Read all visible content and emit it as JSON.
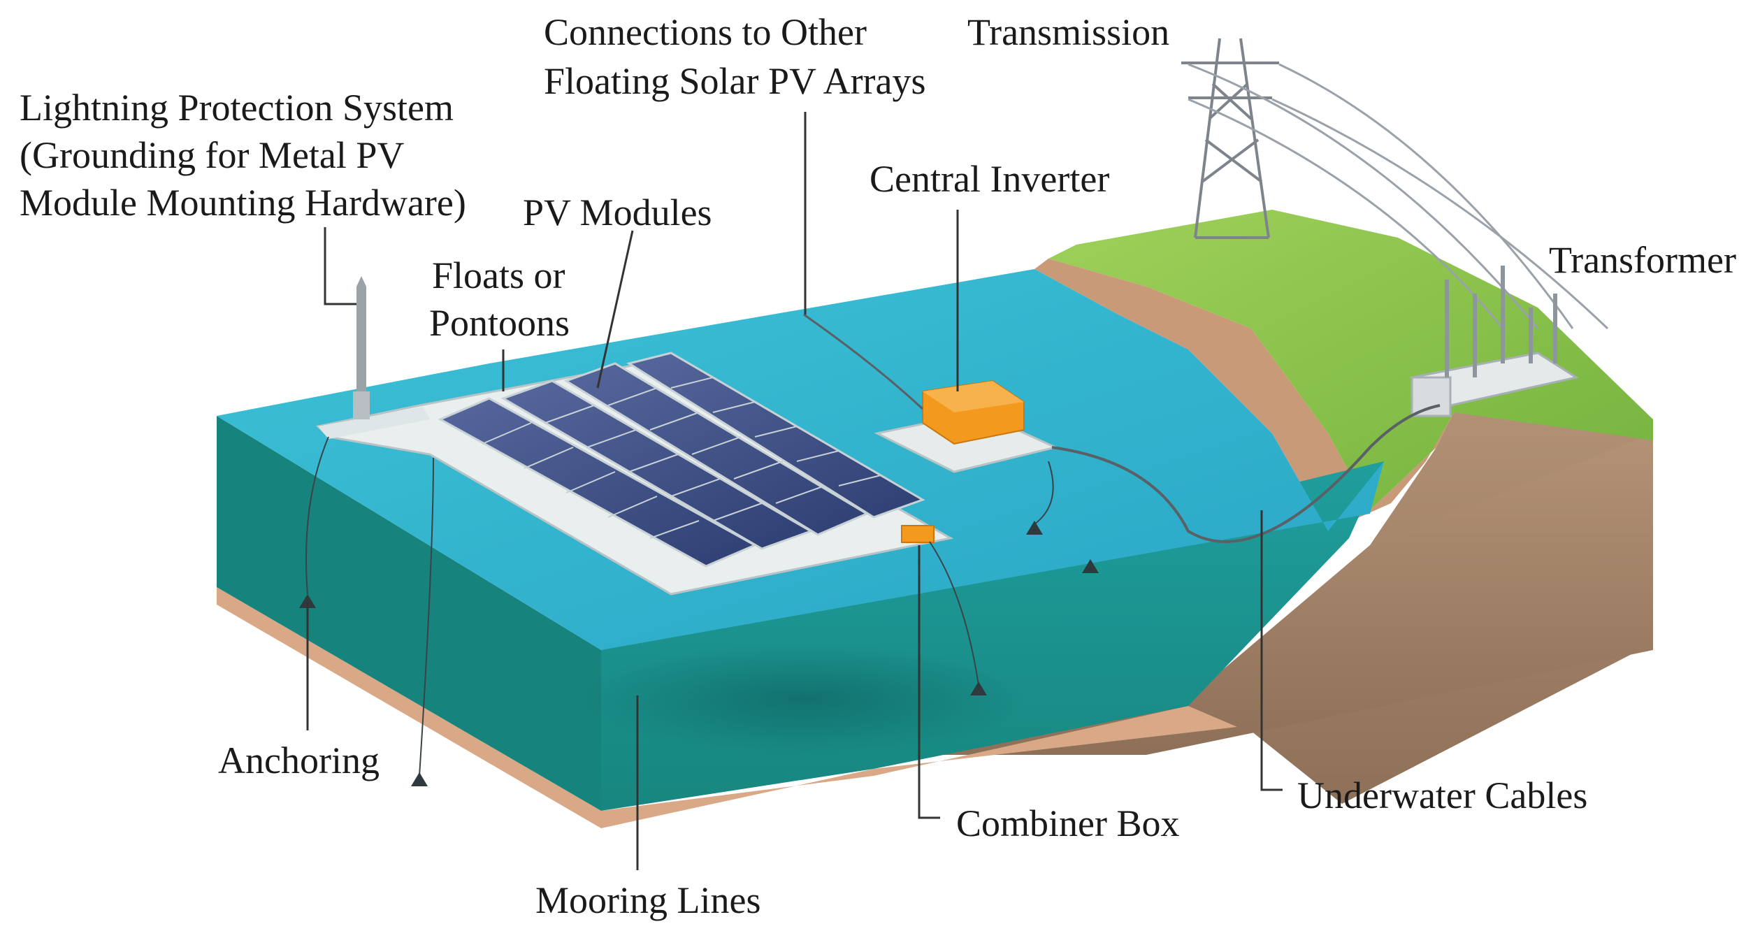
{
  "labels": {
    "lightning_line1": "Lightning Protection System",
    "lightning_line2": "(Grounding for Metal PV",
    "lightning_line3": "Module Mounting Hardware)",
    "pv_modules": "PV Modules",
    "floats_line1": "Floats or",
    "floats_line2": "Pontoons",
    "connections_line1": "Connections to Other",
    "connections_line2": "Floating Solar PV Arrays",
    "central_inverter": "Central Inverter",
    "transmission": "Transmission",
    "transformer": "Transformer",
    "anchoring": "Anchoring",
    "mooring_lines": "Mooring Lines",
    "combiner_box": "Combiner Box",
    "underwater_cables": "Underwater Cables"
  },
  "colors": {
    "water_surface": "#2fb3cc",
    "water_body": "#1e9a96",
    "land_grass": "#86c24a",
    "soil": "#a58468",
    "sand": "#d9a886",
    "pv_panel": "#3b4f86",
    "float": "#e9eeee",
    "equipment_orange": "#f39a1e",
    "tower": "#8a9098",
    "leader_line": "#333333"
  }
}
